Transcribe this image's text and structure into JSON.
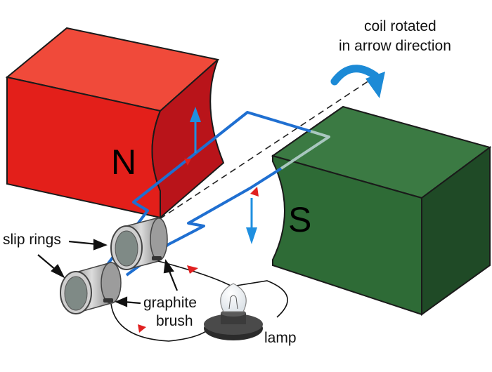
{
  "labels": {
    "coil_line1": "coil rotated",
    "coil_line2": "in arrow direction",
    "north": "N",
    "south": "S",
    "slip_rings": "slip rings",
    "brush_line1": "graphite",
    "brush_line2": "brush",
    "lamp": "lamp"
  },
  "colors": {
    "north_magnet": "#e8201c",
    "south_magnet": "#2e6b36",
    "coil": "#1f6fd1",
    "force_arrow": "#1f8fe0",
    "current_marker": "#e02020"
  },
  "icons": {
    "rotation_arrow": "curved-arrow-icon",
    "lamp": "light-bulb-icon"
  }
}
